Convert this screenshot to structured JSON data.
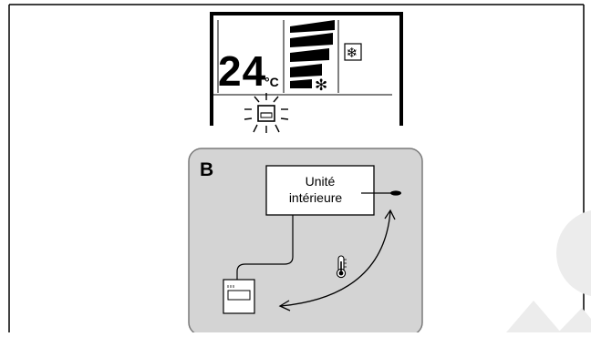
{
  "display": {
    "temperature": "24",
    "unit": "°C",
    "fan_symbol": "✻",
    "mode_symbol": "❄"
  },
  "panel_b": {
    "letter": "B",
    "indoor_unit_line1": "Unité",
    "indoor_unit_line2": "intérieure"
  },
  "icons": [
    "snowflake-icon",
    "fan-icon",
    "remote-controller-icon",
    "thermometer-icon",
    "sensor-icon"
  ],
  "colors": {
    "panel_fill": "#d4d4d4",
    "panel_stroke": "#7a7a7a",
    "frame": "#000000",
    "watermark": "#ececec"
  }
}
